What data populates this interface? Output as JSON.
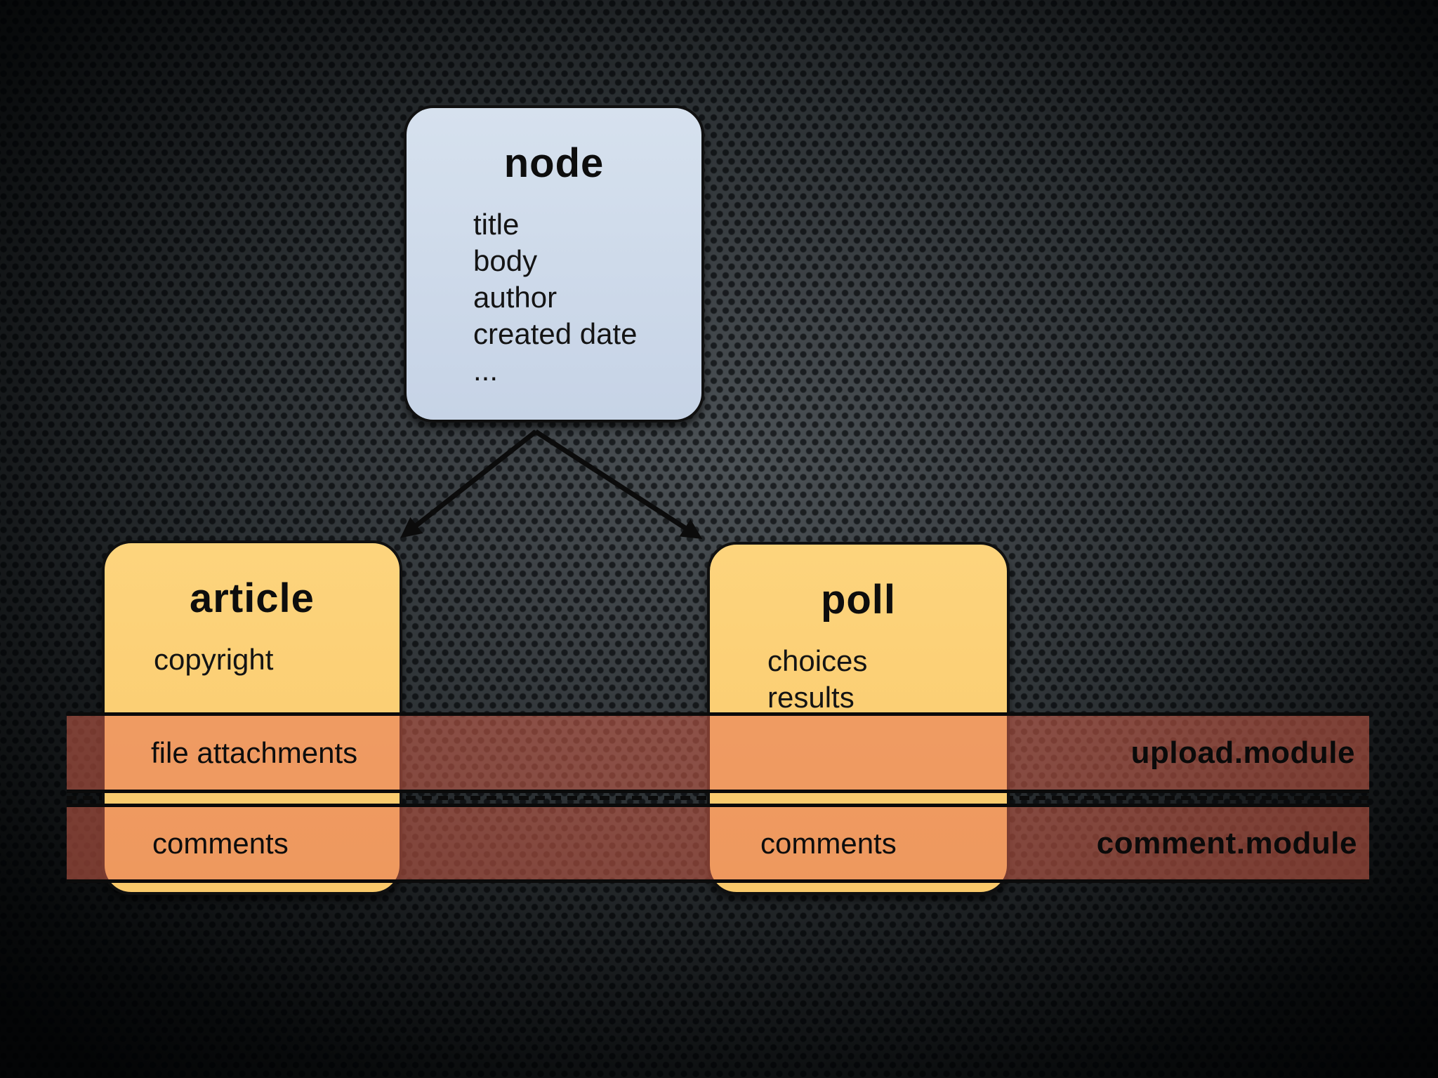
{
  "slide": {
    "node_box": {
      "title": "node",
      "fields": [
        "title",
        "body",
        "author",
        "created date",
        "..."
      ]
    },
    "article_box": {
      "title": "article",
      "fields": [
        "copyright"
      ]
    },
    "poll_box": {
      "title": "poll",
      "fields": [
        "choices",
        "results"
      ]
    },
    "band_rows": [
      {
        "module_label": "upload.module",
        "article_cell": "file attachments",
        "poll_cell": ""
      },
      {
        "module_label": "comment.module",
        "article_cell": "comments",
        "poll_cell": "comments"
      }
    ],
    "colors": {
      "node_fill": "#cdd9e9",
      "content_box_fill": "#fbce74",
      "band_overlay": "rgba(228,103,82,0.5)",
      "band_over_background": "#7d4a47",
      "band_over_box": "#f3a46b",
      "border_black": "#0d0d0d",
      "background_center": "#4c5256",
      "background_edge": "#040506"
    }
  }
}
